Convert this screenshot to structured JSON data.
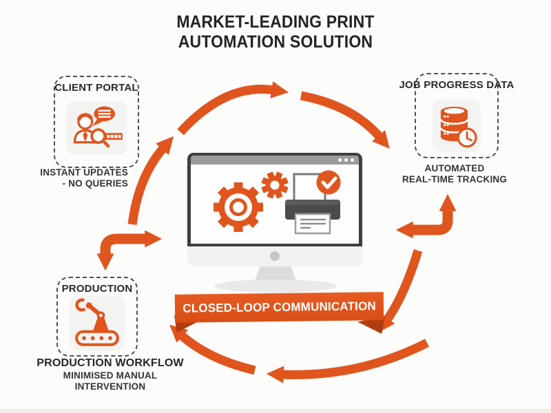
{
  "title": {
    "line1": "MARKET-LEADING PRINT",
    "line2": "AUTOMATION SOLUTION"
  },
  "nodes": {
    "client_portal": {
      "label": "CLIENT PORTAL",
      "icon": "user-chat-search-icon",
      "caption_line1": "INSTANT UPDATES",
      "caption_line2": "- NO QUERIES"
    },
    "job_progress": {
      "label": "JOB PROGRESS DATA",
      "icon": "database-clock-icon",
      "caption_line1": "AUTOMATED",
      "caption_line2": "REAL-TIME TRACKING"
    },
    "production": {
      "label": "PRODUCTION",
      "icon": "robot-arm-conveyor-icon",
      "caption_line1": "PRODUCTION WORKFLOW",
      "caption_line2": "MINIMISED MANUAL",
      "caption_line3": "INTERVENTION"
    }
  },
  "center": {
    "icon": "monitor-gears-printer-icon"
  },
  "banner": {
    "label": "CLOSED-LOOP COMMUNICATION"
  },
  "colors": {
    "accent": "#E0551E",
    "accent_dark": "#B03D10",
    "text": "#282828",
    "background": "#FCFCFB",
    "monitor_frame": "#3F3F3F",
    "monitor_bar": "#9B9B9B",
    "printer_body": "#4B4B4B",
    "icon_bg": "#F3F3F1"
  }
}
